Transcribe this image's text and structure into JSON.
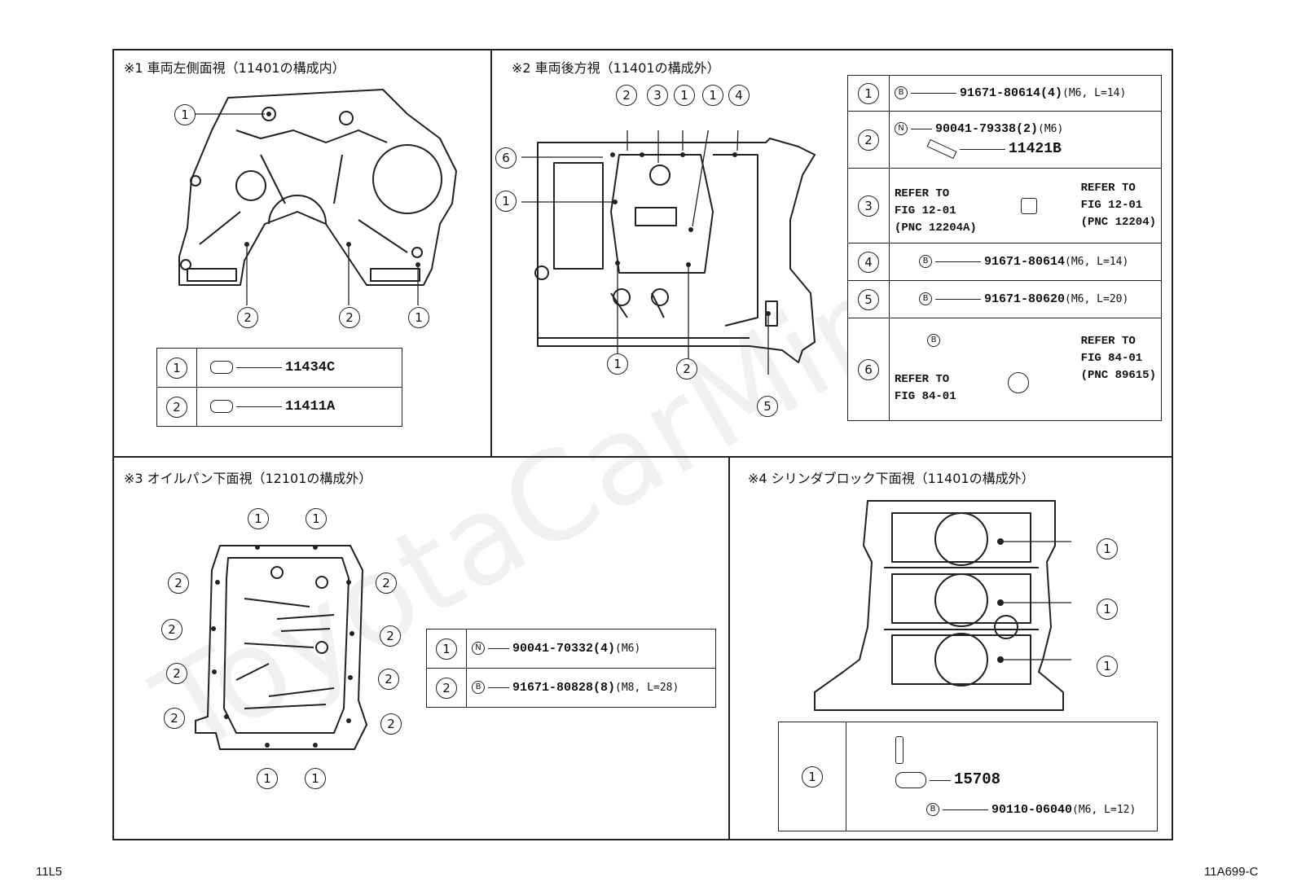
{
  "watermark": "ToyotaCarMind.ru",
  "footer": {
    "left": "11L5",
    "right": "11A699-C"
  },
  "panel1": {
    "title": "※1 車両左側面視（11401の構成内）",
    "callouts": [
      "1",
      "2",
      "2",
      "1"
    ],
    "legend": [
      {
        "num": "1",
        "part": "11434C"
      },
      {
        "num": "2",
        "part": "11411A"
      }
    ]
  },
  "panel2": {
    "title": "※2 車両後方視（11401の構成外）",
    "callouts": [
      "2",
      "3",
      "1",
      "1",
      "4",
      "6",
      "1",
      "1",
      "2",
      "5"
    ],
    "legend": [
      {
        "num": "1",
        "marker": "B",
        "part": "91671-80614(4)",
        "spec": "(M6, L=14)"
      },
      {
        "num": "2",
        "marker": "N",
        "part": "90041-79338(2)",
        "spec": "(M6)",
        "sub": "11421B"
      },
      {
        "num": "3",
        "ref_left": [
          "REFER TO",
          "FIG 12-01",
          "(PNC 12204A)"
        ],
        "ref_right": [
          "REFER TO",
          "FIG 12-01",
          "(PNC 12204)"
        ]
      },
      {
        "num": "4",
        "marker": "B",
        "part": "91671-80614",
        "spec": "(M6, L=14)"
      },
      {
        "num": "5",
        "marker": "B",
        "part": "91671-80620",
        "spec": "(M6, L=20)"
      },
      {
        "num": "6",
        "marker": "B",
        "ref_left": [
          "REFER TO",
          "FIG 84-01"
        ],
        "ref_right": [
          "REFER TO",
          "FIG 84-01",
          "(PNC 89615)"
        ]
      }
    ]
  },
  "panel3": {
    "title": "※3 オイルパン下面視（12101の構成外）",
    "callouts": [
      "1",
      "1",
      "2",
      "2",
      "2",
      "2",
      "2",
      "2",
      "2",
      "2",
      "1",
      "1"
    ],
    "legend": [
      {
        "num": "1",
        "marker": "N",
        "part": "90041-70332(4)",
        "spec": "(M6)"
      },
      {
        "num": "2",
        "marker": "B",
        "part": "91671-80828(8)",
        "spec": "(M8, L=28)"
      }
    ]
  },
  "panel4": {
    "title": "※4 シリンダブロック下面視（11401の構成外）",
    "callouts": [
      "1",
      "1",
      "1"
    ],
    "legend": [
      {
        "num": "1",
        "part": "15708",
        "marker": "B",
        "part2": "90110-06040",
        "spec": "(M6, L=12)"
      }
    ]
  }
}
